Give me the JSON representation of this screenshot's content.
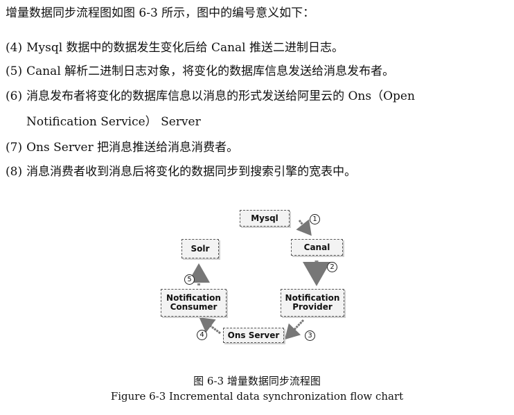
{
  "intro": "增量数据同步流程图如图 6-3 所示，图中的编号意义如下：",
  "steps": [
    {
      "num": "(4)",
      "text": "Mysql 数据中的数据发生变化后给 Canal 推送二进制日志。"
    },
    {
      "num": "(5)",
      "text": "Canal 解析二进制日志对象，将变化的数据库信息发送给消息发布者。"
    },
    {
      "num": "(6)",
      "text": "消息发布者将变化的数据库信息以消息的形式发送给阿里云的 Ons（Open",
      "cont": "Notification Service）  Server"
    },
    {
      "num": "(7)",
      "text": "Ons Server 把消息推送给消息消费者。"
    },
    {
      "num": "(8)",
      "text": "消息消费者收到消息后将变化的数据同步到搜索引擎的宽表中。"
    }
  ],
  "diagram": {
    "nodes": {
      "mysql": "Mysql",
      "canal": "Canal",
      "solr": "Solr",
      "provider_l1": "Notification",
      "provider_l2": "Provider",
      "consumer_l1": "Notification",
      "consumer_l2": "Consumer",
      "ons": "Ons Server"
    },
    "badges": {
      "b1": "1",
      "b2": "2",
      "b3": "3",
      "b4": "4",
      "b5": "5"
    }
  },
  "caption": {
    "zh": "图 6-3 增量数据同步流程图",
    "en": "Figure 6-3 Incremental data synchronization flow chart"
  },
  "colors": {
    "text": "#111111",
    "node_fill": "#f3f3f3",
    "node_border": "#555555",
    "arrow": "#777777"
  }
}
